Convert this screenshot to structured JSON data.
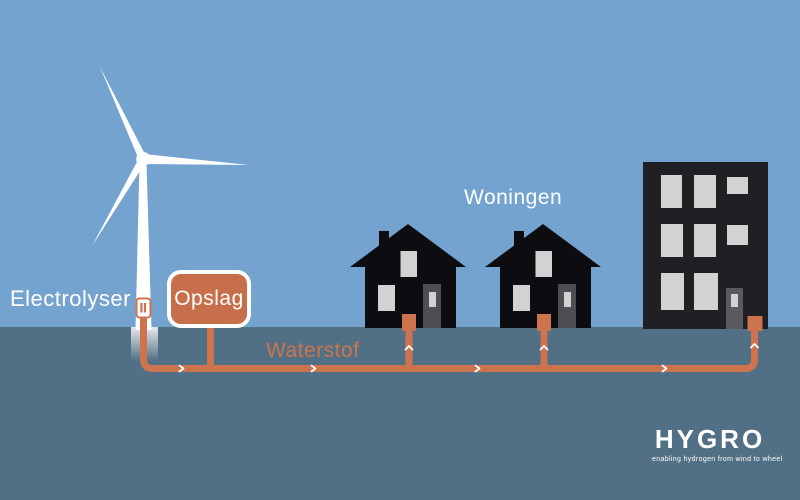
{
  "labels": {
    "electrolyser": "Electrolyser",
    "storage": "Opslag",
    "pipeline": "Waterstof",
    "houses": "Woningen"
  },
  "logo": {
    "brand": "HYGRO",
    "tagline": "enabling hydrogen from wind to wheel"
  },
  "colors": {
    "sky": "#75a3cf",
    "ground": "#527085",
    "pipe": "#cd744f",
    "storage_fill": "#c76f4b",
    "house": "#0d0d11",
    "building": "#202024",
    "window": "#d2d2d2",
    "door_house": "#4d4d52",
    "door_building": "#5a5a5e",
    "text_light": "#ffffff"
  },
  "diagram": {
    "type": "flow",
    "nodes": [
      {
        "id": "wind-turbine",
        "label": ""
      },
      {
        "id": "electrolyser",
        "label": "Electrolyser"
      },
      {
        "id": "storage",
        "label": "Opslag"
      },
      {
        "id": "house-1",
        "label": ""
      },
      {
        "id": "house-2",
        "label": ""
      },
      {
        "id": "apartment-building",
        "label": ""
      }
    ],
    "edges": [
      {
        "from": "wind-turbine",
        "to": "electrolyser"
      },
      {
        "from": "electrolyser",
        "to": "storage"
      },
      {
        "from": "storage",
        "to": "house-1",
        "label": "Waterstof"
      },
      {
        "from": "house-1",
        "to": "house-2"
      },
      {
        "from": "house-2",
        "to": "apartment-building"
      }
    ],
    "group_label": "Woningen"
  }
}
